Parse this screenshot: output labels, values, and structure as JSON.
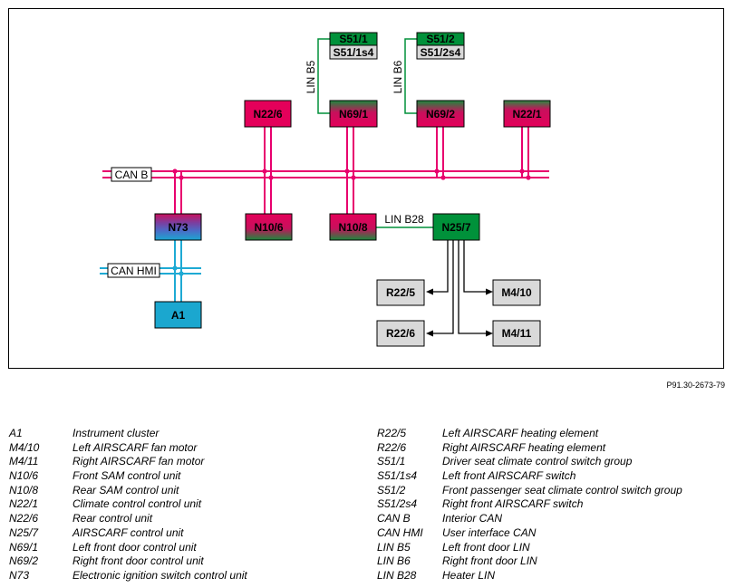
{
  "diagram": {
    "ref_code": "P91.30-2673-79",
    "nodes": {
      "S51_1": "S51/1",
      "S51_1s4": "S51/1s4",
      "S51_2": "S51/2",
      "S51_2s4": "S51/2s4",
      "N22_6": "N22/6",
      "N69_1": "N69/1",
      "N69_2": "N69/2",
      "N22_1": "N22/1",
      "N73": "N73",
      "N10_6": "N10/6",
      "N10_8": "N10/8",
      "N25_7": "N25/7",
      "A1": "A1",
      "R22_5": "R22/5",
      "R22_6": "R22/6",
      "M4_10": "M4/10",
      "M4_11": "M4/11"
    },
    "buses": {
      "can_b": "CAN B",
      "can_hmi": "CAN HMI",
      "lin_b5": "LIN B5",
      "lin_b6": "LIN B6",
      "lin_b28": "LIN B28"
    },
    "colors": {
      "can_b_bus": "#e8006e",
      "can_hmi_bus": "#1eaad4",
      "lin_bus": "#00913a",
      "box_pink": "#e4005a",
      "box_green": "#00913a",
      "box_blue": "#1ba7cf",
      "box_gray": "#d9d9d9",
      "box_purple": "#7a3fa0"
    }
  },
  "legend": {
    "left": [
      {
        "code": "A1",
        "desc": "Instrument cluster"
      },
      {
        "code": "M4/10",
        "desc": "Left AIRSCARF fan motor"
      },
      {
        "code": "M4/11",
        "desc": "Right AIRSCARF fan motor"
      },
      {
        "code": "N10/6",
        "desc": "Front SAM control unit"
      },
      {
        "code": "N10/8",
        "desc": "Rear SAM control unit"
      },
      {
        "code": "N22/1",
        "desc": "Climate control control unit"
      },
      {
        "code": "N22/6",
        "desc": "Rear control unit"
      },
      {
        "code": "N25/7",
        "desc": "AIRSCARF control unit"
      },
      {
        "code": "N69/1",
        "desc": "Left front door control unit"
      },
      {
        "code": "N69/2",
        "desc": "Right front door control unit"
      },
      {
        "code": "N73",
        "desc": "Electronic ignition switch control unit"
      }
    ],
    "right": [
      {
        "code": "R22/5",
        "desc": "Left AIRSCARF heating element"
      },
      {
        "code": "R22/6",
        "desc": "Right AIRSCARF heating element"
      },
      {
        "code": "S51/1",
        "desc": "Driver seat climate control switch group"
      },
      {
        "code": "S51/1s4",
        "desc": "Left front AIRSCARF switch"
      },
      {
        "code": "S51/2",
        "desc": "Front passenger seat climate control switch group"
      },
      {
        "code": "S51/2s4",
        "desc": "Right front AIRSCARF switch"
      },
      {
        "code": "CAN B",
        "desc": "Interior CAN"
      },
      {
        "code": "CAN HMI",
        "desc": "User interface CAN"
      },
      {
        "code": "LIN B5",
        "desc": "Left front door LIN"
      },
      {
        "code": "LIN B6",
        "desc": "Right front door LIN"
      },
      {
        "code": "LIN B28",
        "desc": "Heater LIN"
      }
    ]
  }
}
